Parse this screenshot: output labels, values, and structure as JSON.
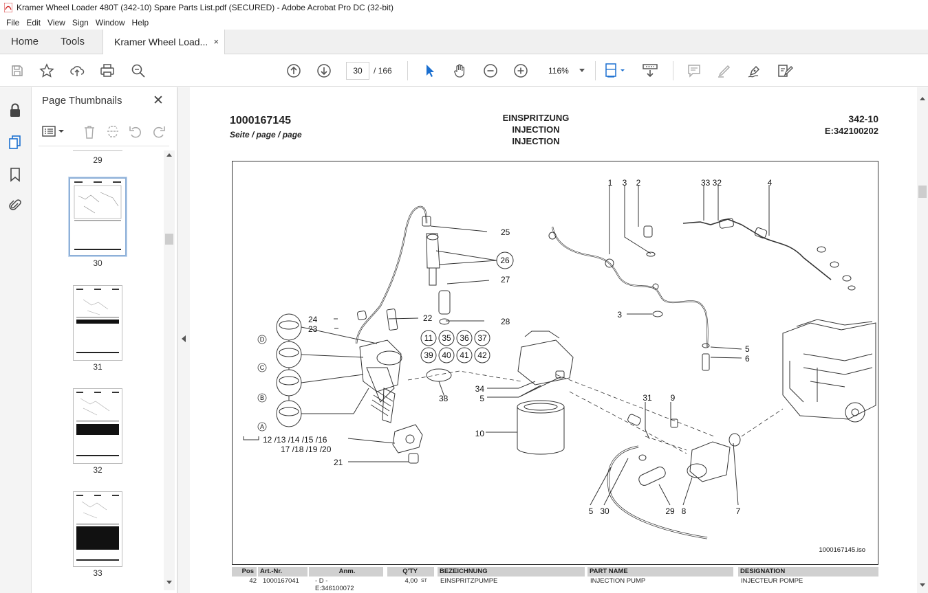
{
  "window": {
    "title": "Kramer Wheel Loader 480T (342-10) Spare Parts List.pdf (SECURED) - Adobe Acrobat Pro DC (32-bit)"
  },
  "menu": [
    "File",
    "Edit",
    "View",
    "Sign",
    "Window",
    "Help"
  ],
  "tabs": {
    "home": "Home",
    "tools": "Tools",
    "document": "Kramer Wheel Load...",
    "close": "×"
  },
  "toolbar": {
    "current_page": "30",
    "page_total": "/ 166",
    "zoom": "116%"
  },
  "panel": {
    "title": "Page Thumbnails",
    "thumbnails": [
      "29",
      "30",
      "31",
      "32",
      "33"
    ],
    "selected": "30"
  },
  "page": {
    "doc_number": "1000167145",
    "page_label": "Seite / page / page",
    "title_lines": [
      "EINSPRITZUNG",
      "INJECTION",
      "INJECTION"
    ],
    "model": "342-10",
    "code": "E:342100202",
    "iso_label": "1000167145.iso",
    "callouts": {
      "top_left": [
        "25",
        "26",
        "27",
        "22",
        "28",
        "24",
        "23",
        "38",
        "21"
      ],
      "grid": [
        "11",
        "35",
        "36",
        "37",
        "39",
        "40",
        "41",
        "42"
      ],
      "letters": [
        "D",
        "C",
        "B",
        "A"
      ],
      "range1": "12 /13 /14 /15 /16",
      "range2": "17 /18 /19 /20",
      "top_right": [
        "1",
        "3",
        "2",
        "33 32",
        "4",
        "3",
        "5",
        "6"
      ],
      "middle": [
        "34",
        "5",
        "10",
        "31",
        "9",
        "5",
        "30",
        "29",
        "8",
        "7"
      ]
    }
  },
  "parts_table": {
    "headers": [
      "Pos",
      "Art.-Nr.",
      "Anm.",
      "Q'TY",
      "BEZEICHNUNG",
      "PART NAME",
      "DESIGNATION"
    ],
    "rows": [
      {
        "pos": "42",
        "art": "1000167041",
        "anm": "- D -",
        "qty": "4,00",
        "unit": "ST",
        "bez": "EINSPRITZPUMPE",
        "name": "INJECTION PUMP",
        "des": "INJECTEUR POMPE"
      }
    ],
    "partial": "E:346100072"
  }
}
